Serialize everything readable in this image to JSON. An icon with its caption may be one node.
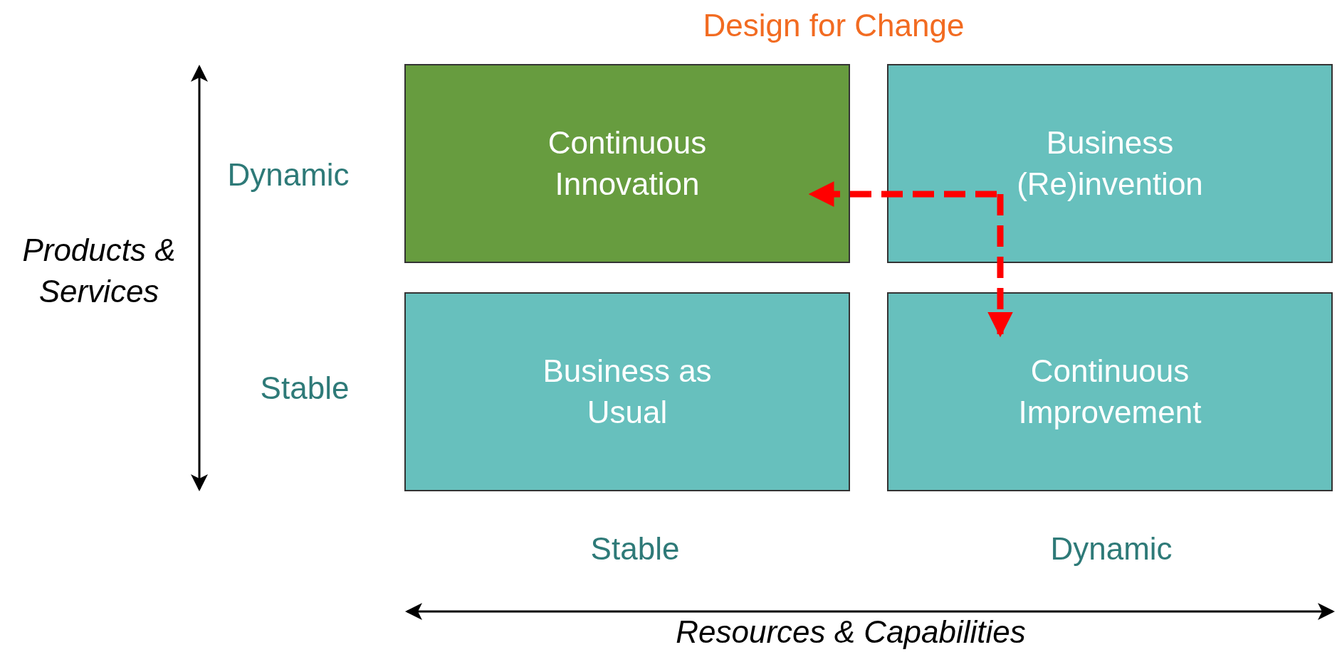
{
  "diagram": {
    "title": "Design for Change",
    "nodes": [
      {
        "text": [
          "Continuous Innovation"
        ]
      },
      {
        "text": [
          "Business (Re)invention"
        ]
      },
      {
        "text": [
          "Business as Usual"
        ]
      },
      {
        "text": [
          "Continuous Improvement"
        ]
      }
    ],
    "edges": [
      {
        "from": 1,
        "to": 0,
        "arrow": "to",
        "style": "dashed"
      },
      {
        "from": 1,
        "to": 3,
        "arrow": "to",
        "style": "dashed"
      }
    ],
    "labels": [
      "Dynamic",
      "Products & Services",
      "Stable",
      "Stable",
      "Dynamic",
      "Resources & Capabilities"
    ]
  }
}
